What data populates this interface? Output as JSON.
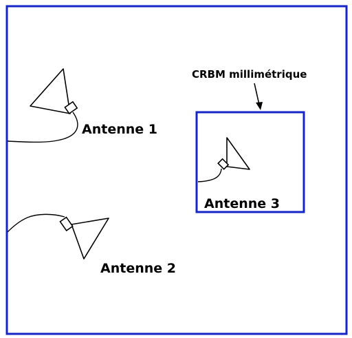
{
  "colors": {
    "frame": "#1525c8",
    "ink": "#000000",
    "background": "#ffffff"
  },
  "labels": {
    "antenna1": "Antenne 1",
    "antenna2": "Antenne 2",
    "antenna3": "Antenne 3",
    "chamber": "CRBM millimétrique"
  }
}
